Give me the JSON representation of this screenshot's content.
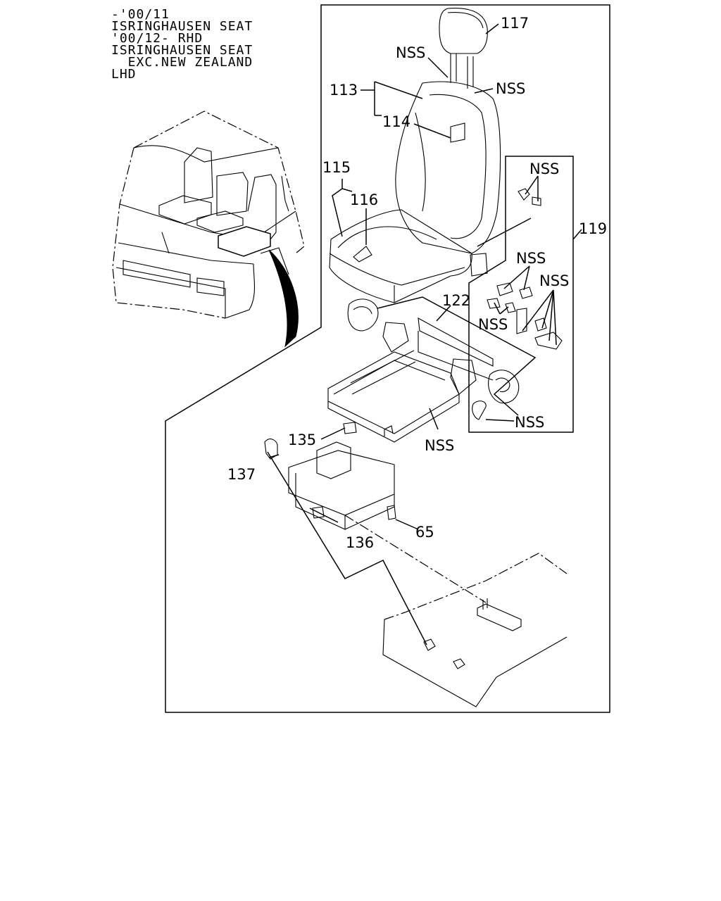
{
  "header_lines": [
    "-'00/11",
    "ISRINGHAUSEN SEAT",
    "'00/12- RHD",
    "ISRINGHAUSEN SEAT",
    "  EXC.NEW ZEALAND",
    "LHD"
  ],
  "callouts": {
    "c117": "117",
    "c113": "113",
    "c114": "114",
    "c115": "115",
    "c116": "116",
    "c119": "119",
    "c122": "122",
    "c135": "135",
    "c137": "137",
    "c136": "136",
    "c65": "65",
    "nss": "NSS"
  }
}
